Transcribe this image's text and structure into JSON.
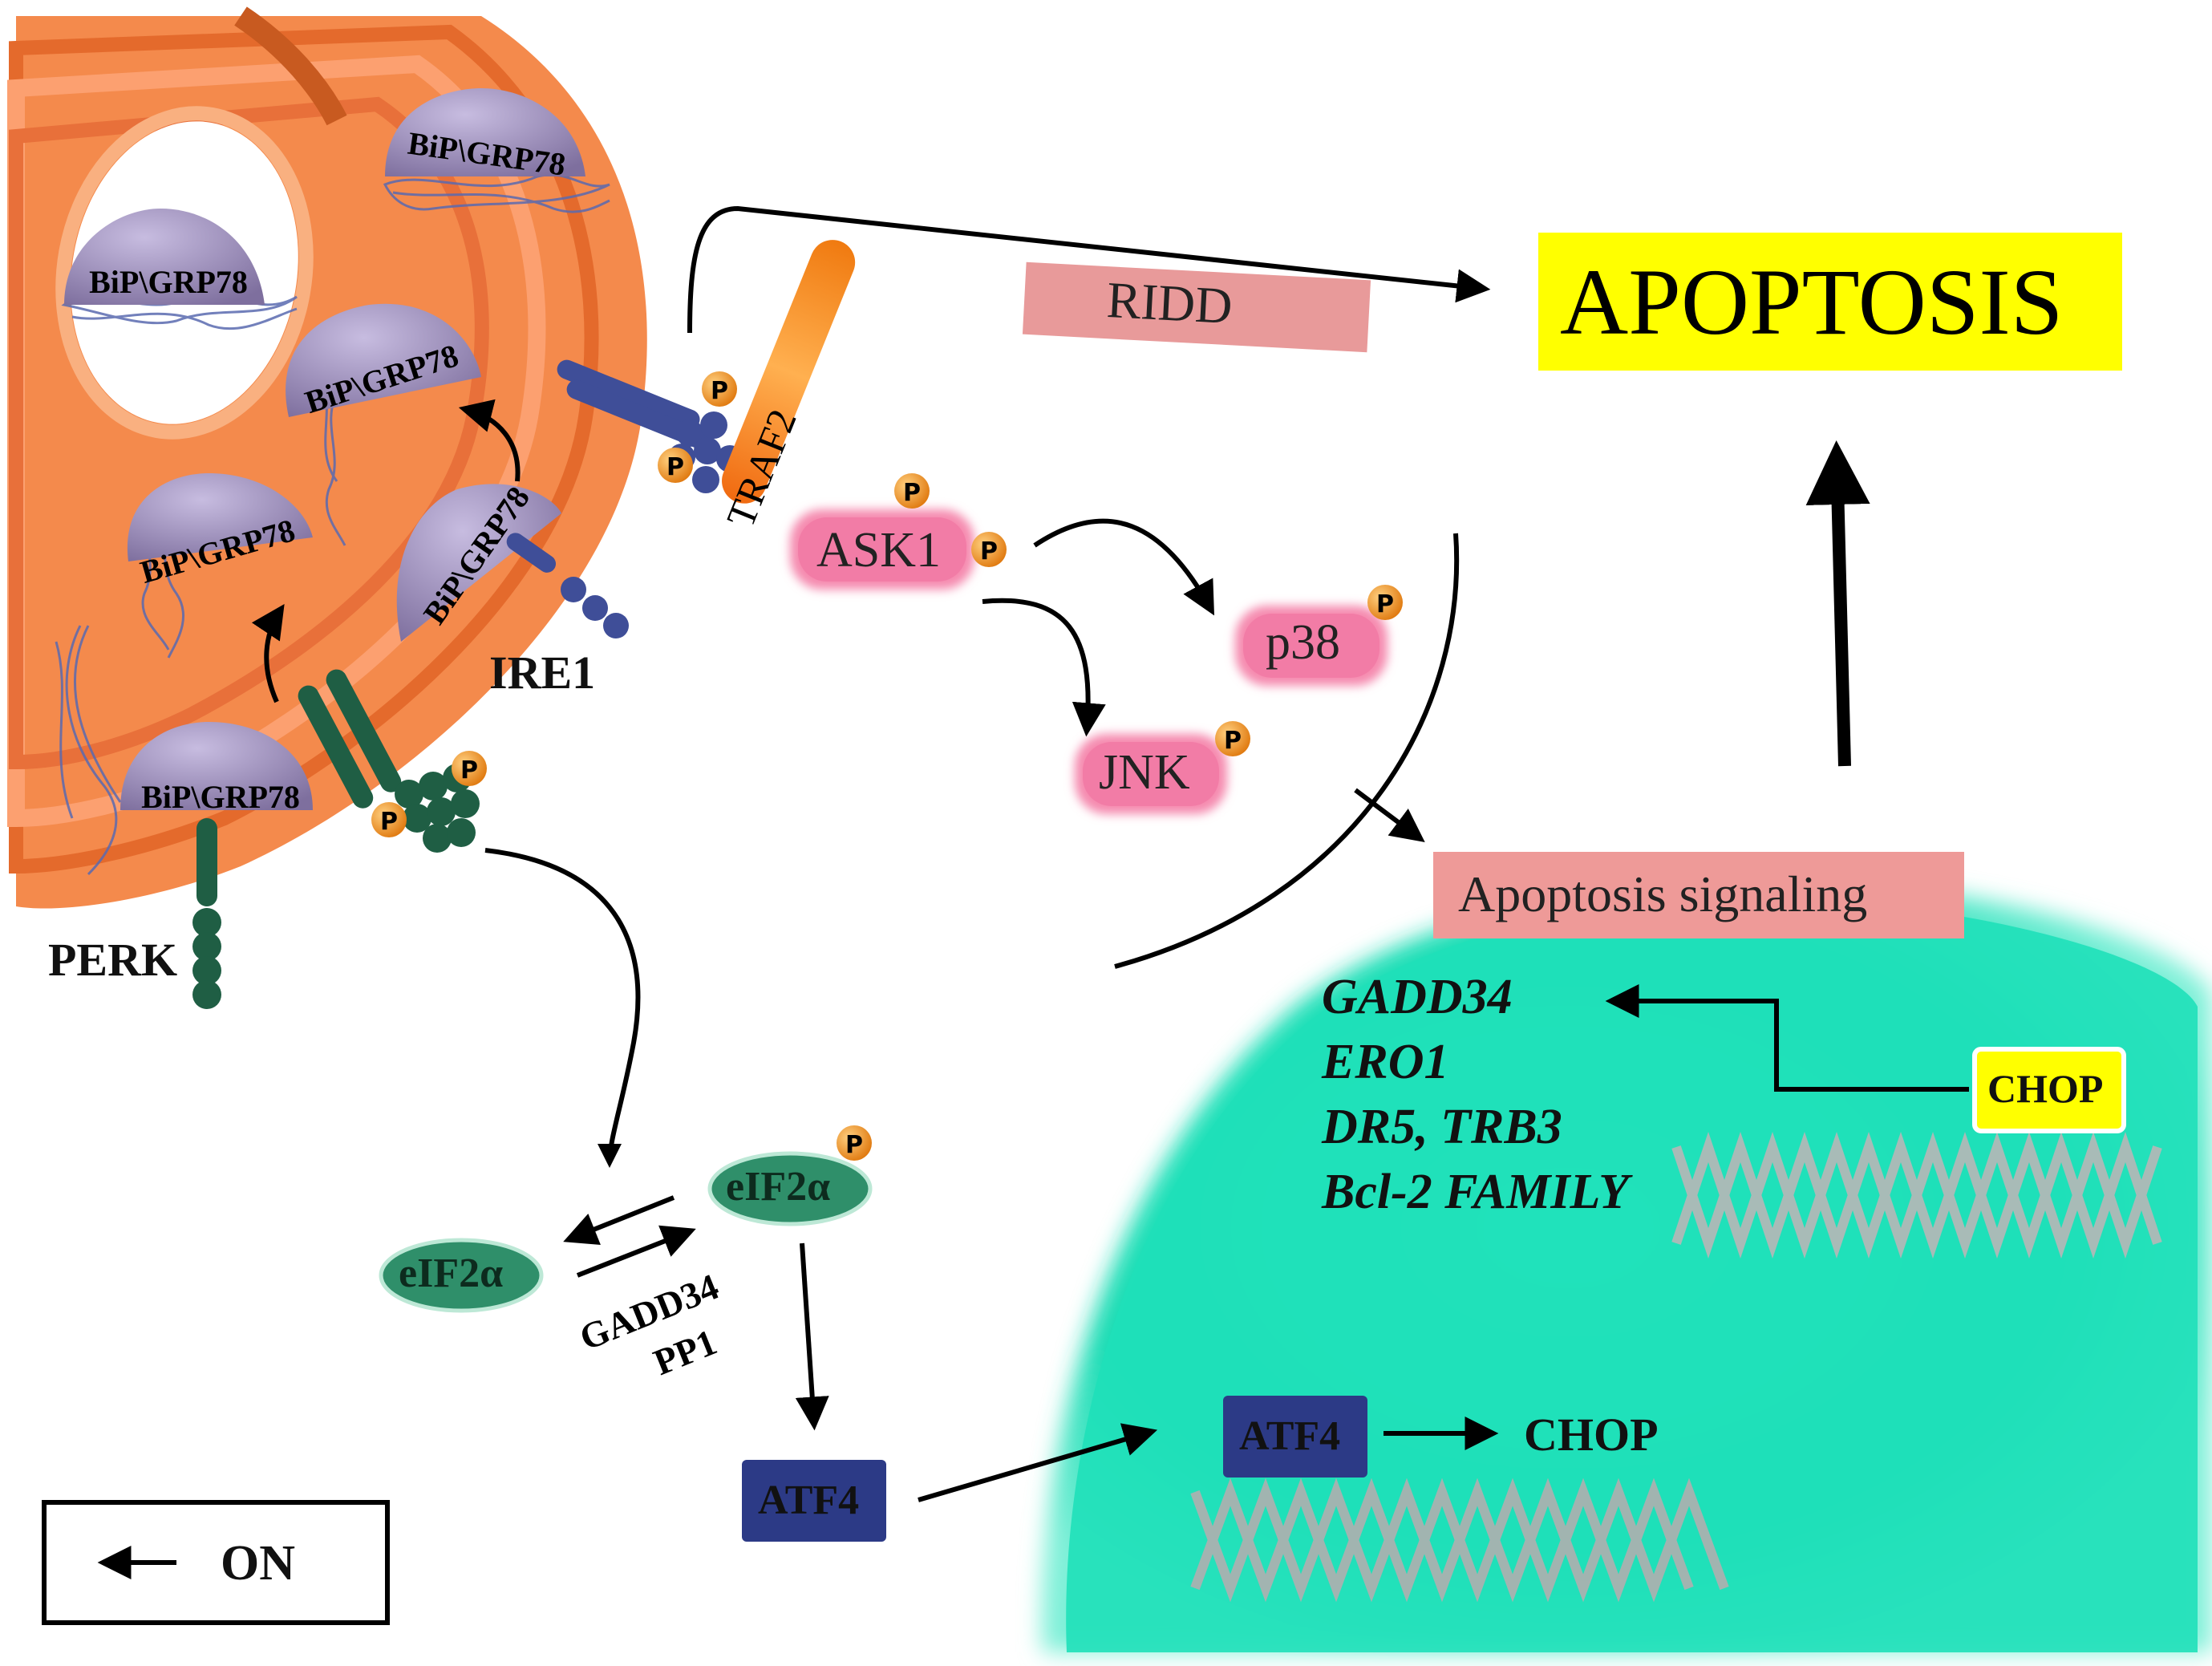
{
  "er": {
    "bip_label": "BiP\\GRP78",
    "perk_label": "PERK",
    "ire1_label": "IRE1",
    "traf2_label": "TRAF2",
    "phospho_label": "P"
  },
  "ire1_branch": {
    "ridd_label": "RIDD",
    "ask1_label": "ASK1",
    "p38_label": "p38",
    "jnk_label": "JNK"
  },
  "outcome": {
    "apoptosis_label": "APOPTOSIS",
    "apoptosis_signaling_label": "Apoptosis signaling"
  },
  "perk_branch": {
    "eif2a_label": "eIF2α",
    "phosphatase_line1": "GADD34",
    "phosphatase_line2": "PP1",
    "atf4_label": "ATF4"
  },
  "nucleus": {
    "atf4_label": "ATF4",
    "chop_label": "CHOP",
    "chop_box_label": "CHOP",
    "target_genes": [
      "GADD34",
      "ERO1",
      "DR5, TRB3",
      "Bcl-2 FAMILY"
    ]
  },
  "legend": {
    "on_label": "ON"
  },
  "colors": {
    "er_orange": "#f07a3c",
    "bip_purple": "#8e80a8",
    "ire1_blue": "#3b4a8f",
    "perk_green": "#1f5e44",
    "traf2_orange": "#f08a1a",
    "kinase_pink": "#f07aa3",
    "ridd_box": "#e89a9a",
    "apoptosis_yellow": "#ffff00",
    "nucleus_teal": "#1de0b8",
    "atf4_navy": "#2c3a86",
    "eif2a_green": "#2f8f6a"
  }
}
